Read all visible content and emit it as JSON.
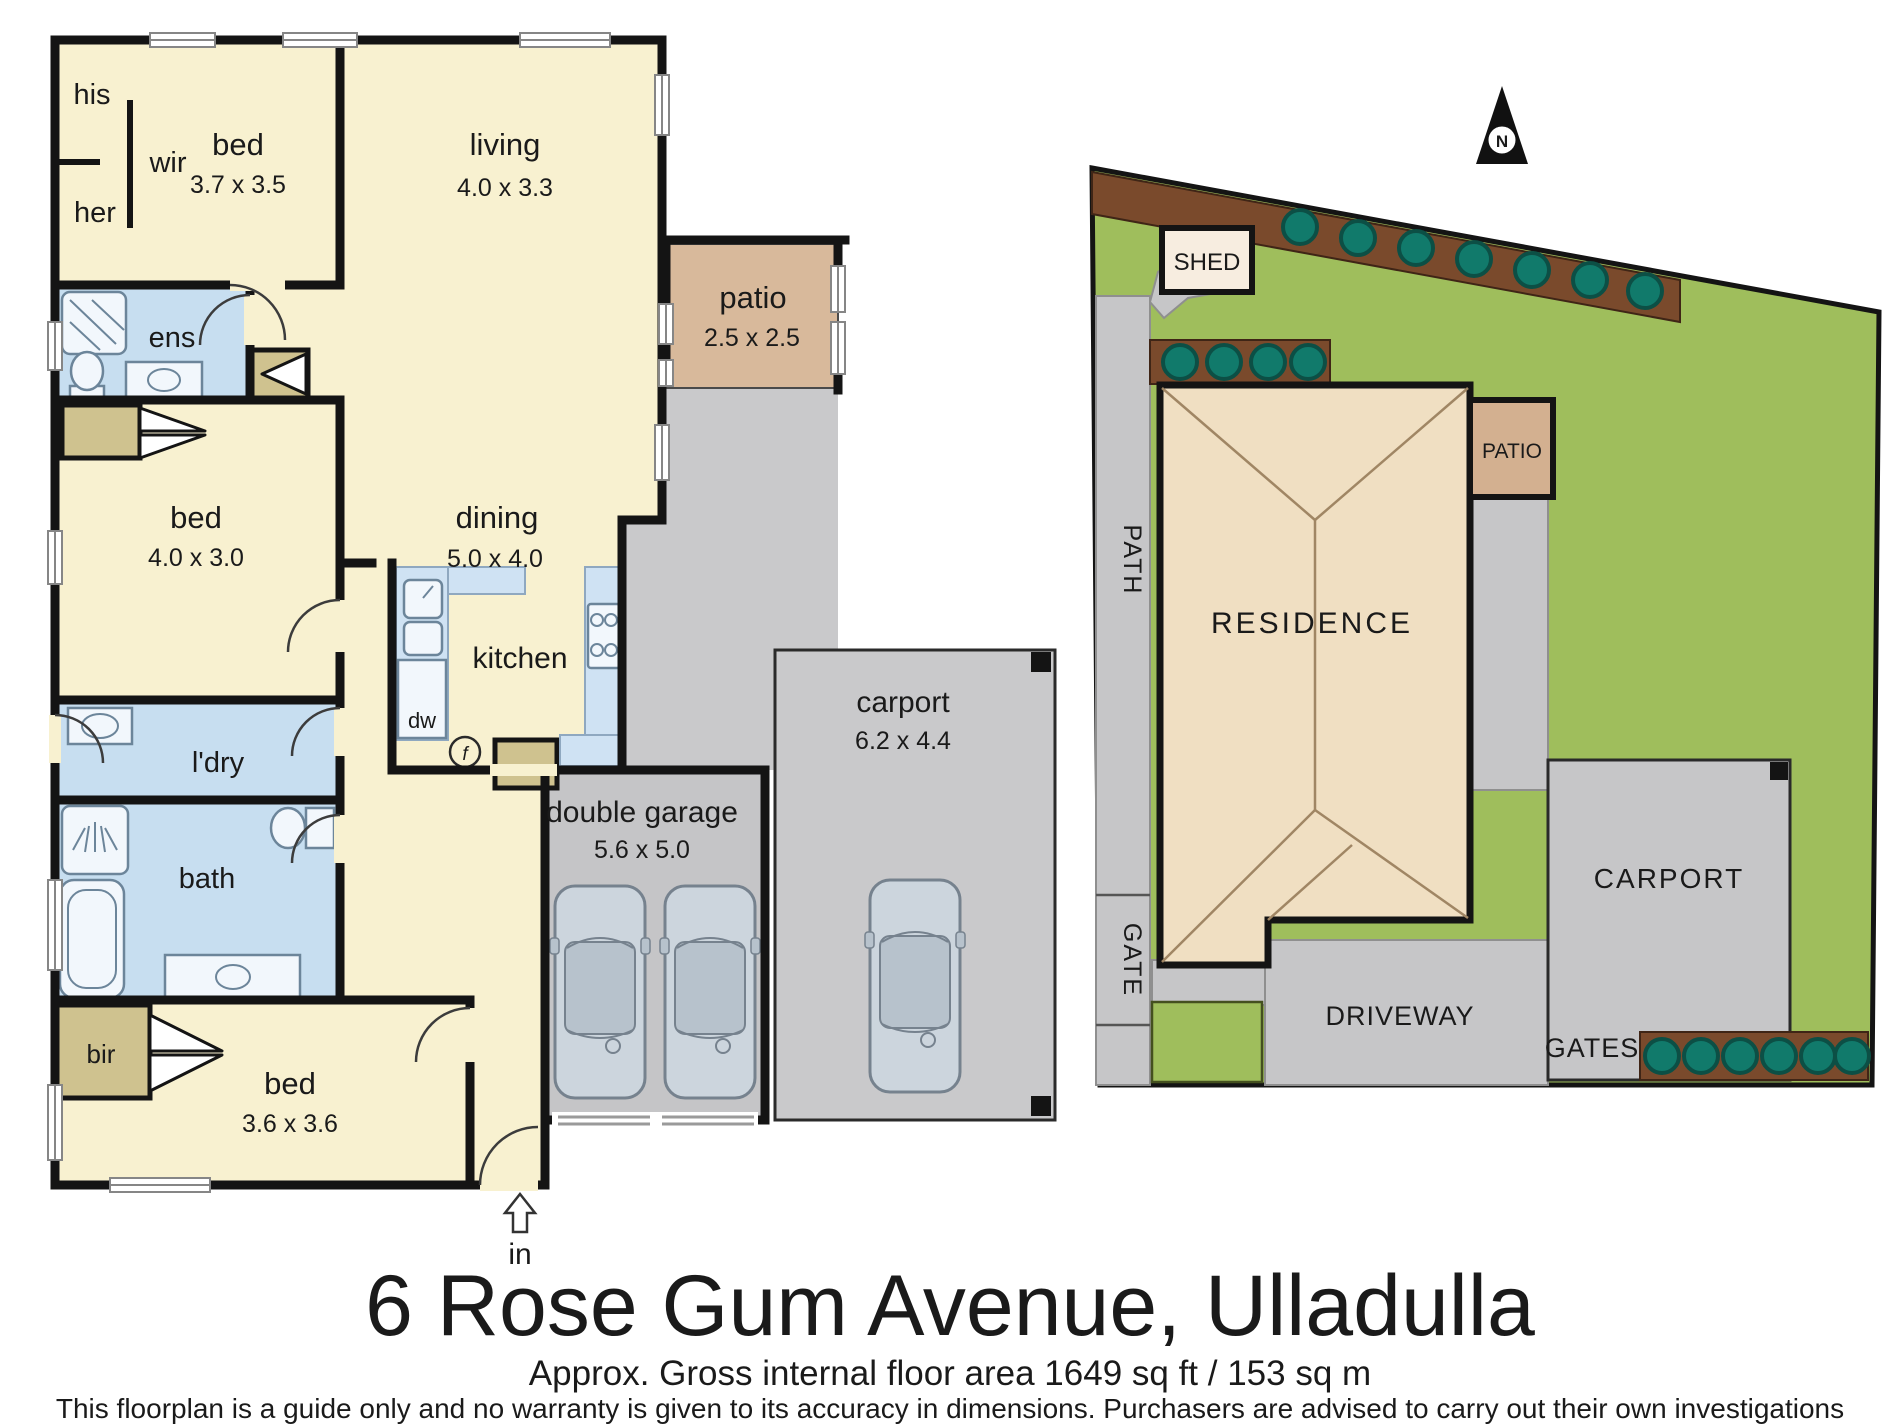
{
  "floor_plan": {
    "his": "his",
    "wir": "wir",
    "her": "her",
    "bed1": {
      "label": "bed",
      "dims": "3.7 x 3.5"
    },
    "living": {
      "label": "living",
      "dims": "4.0 x 3.3"
    },
    "patio": {
      "label": "patio",
      "dims": "2.5 x 2.5"
    },
    "dining": {
      "label": "dining",
      "dims": "5.0 x 4.0"
    },
    "ens": "ens",
    "bed2": {
      "label": "bed",
      "dims": "4.0 x 3.0"
    },
    "ldry": "l'dry",
    "bath": "bath",
    "bir": "bir",
    "bed3": {
      "label": "bed",
      "dims": "3.6 x 3.6"
    },
    "kitchen": "kitchen",
    "dw": "dw",
    "fridge": "f",
    "garage": {
      "label": "double garage",
      "dims": "5.6 x 5.0"
    },
    "carport": {
      "label": "carport",
      "dims": "6.2 x 4.4"
    },
    "entry": "in"
  },
  "site_plan": {
    "shed": "SHED",
    "path": "PATH",
    "gate": "GATE",
    "residence": "RESIDENCE",
    "patio": "PATIO",
    "carport": "CARPORT",
    "driveway": "DRIVEWAY",
    "gates": "GATES",
    "compass": "N"
  },
  "footer": {
    "title": "6 Rose Gum Avenue, Ulladulla",
    "area": "Approx. Gross internal floor area 1649 sq ft / 153 sq m",
    "disclaimer": "This floorplan is a guide only and no warranty is given to its accuracy in dimensions. Purchasers are advised to carry out their own investigations"
  },
  "colors": {
    "wall": "#141414",
    "room_cream": "#F8F1D0",
    "wet_blue": "#C7DEF0",
    "counter_blue": "#CFE2F3",
    "robe_tan": "#CFC28F",
    "patio_tan": "#D8B99B",
    "outdoor_grey": "#C9C9CB",
    "garage_grey": "#C5C5C7",
    "lawn_green": "#9FBE5C",
    "garden_brown": "#7A4A2C",
    "bush_teal": "#117A6B",
    "residence_beige": "#F0DFC2",
    "shed_fill": "#F7EDE0"
  }
}
